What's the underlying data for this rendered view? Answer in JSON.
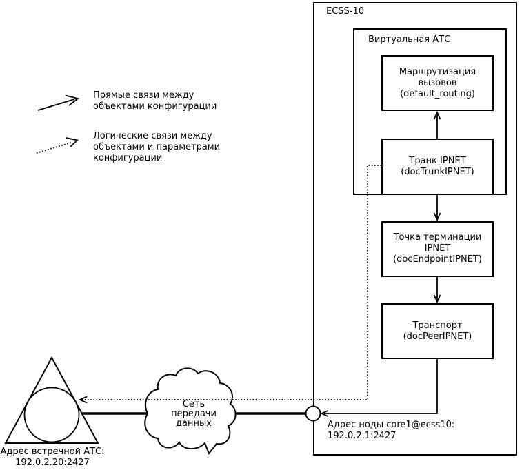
{
  "system": {
    "title": "ECSS-10",
    "virtual_pbx": {
      "title": "Виртуальная АТС"
    },
    "boxes": {
      "routing": {
        "lines": [
          "Маршрутизация",
          "вызовов",
          "(default_routing)"
        ]
      },
      "trunk": {
        "lines": [
          "Транк IPNET",
          "(docTrunkIPNET)"
        ]
      },
      "endpoint": {
        "lines": [
          "Точка терминации",
          "IPNET",
          "(docEndpointIPNET)"
        ]
      },
      "transport": {
        "lines": [
          "Транспорт",
          "(docPeerIPNET)"
        ]
      }
    },
    "node_address": {
      "lines": [
        "Адрес ноды core1@ecss10:",
        "192.0.2.1:2427"
      ]
    }
  },
  "legend": {
    "direct": {
      "lines": [
        "Прямые связи между",
        "объектами конфигурации"
      ]
    },
    "logical": {
      "lines": [
        "Логические связи между",
        "объектами и параметрами",
        "конфигурации"
      ]
    }
  },
  "network": {
    "cloud": {
      "lines": [
        "Сеть",
        "передачи",
        "данных"
      ]
    }
  },
  "remote_pbx": {
    "address": {
      "lines": [
        "Адрес встречной АТС:",
        "192.0.2.20:2427"
      ]
    }
  },
  "colors": {
    "ink": "#000000",
    "paper": "#ffffff"
  }
}
